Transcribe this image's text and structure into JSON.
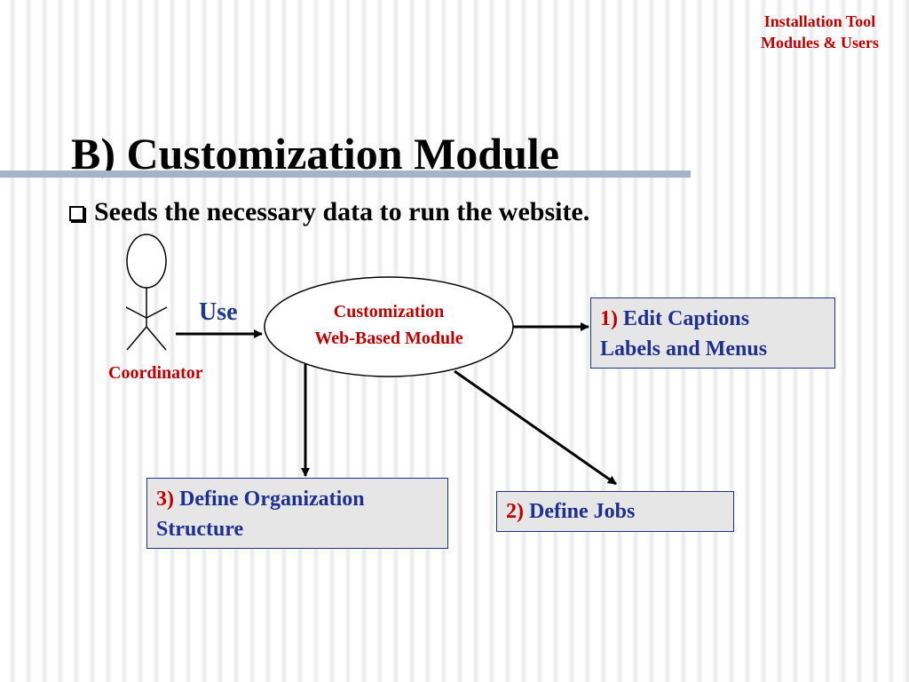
{
  "header": {
    "corner_line1": "Installation Tool",
    "corner_line2": "Modules & Users"
  },
  "slide": {
    "title": "B) Customization Module",
    "bullet": "Seeds the necessary data to run the website."
  },
  "diagram": {
    "actor_label": "Coordinator",
    "use_label": "Use",
    "module_line1": "Customization",
    "module_line2": "Web-Based Module",
    "steps": [
      {
        "number": "1)",
        "line1": "Edit Captions",
        "line2": "Labels and Menus"
      },
      {
        "number": "2)",
        "line1": "Define Jobs"
      },
      {
        "number": "3)",
        "line1": "Define Organization",
        "line2": "Structure"
      }
    ]
  },
  "colors": {
    "accent_red": "#c00000",
    "accent_blue": "#1f2f8f",
    "title_rule": "#a4b4c8",
    "box_fill": "#e6e6e6"
  }
}
